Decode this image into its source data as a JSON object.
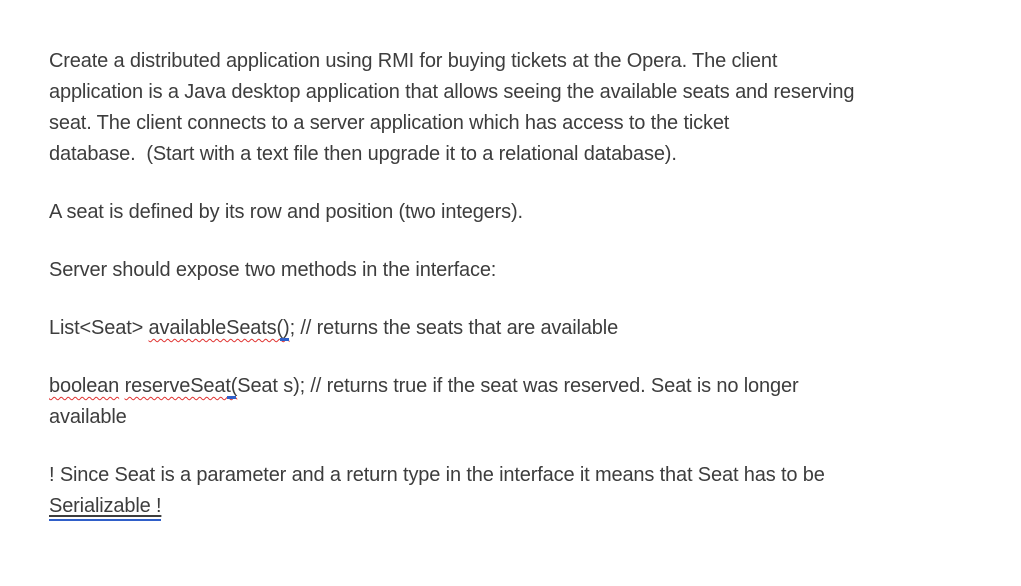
{
  "page": {
    "background_color": "#ffffff",
    "text_color": "#3d3d3d"
  },
  "colors": {
    "spellcheck_squiggle_red": "#e03230",
    "grammar_mark_blue": "#2f5fc9"
  },
  "document": {
    "intro": {
      "lines": [
        "Create a distributed application using RMI for buying tickets at the Opera. The client",
        "application is a Java desktop application that allows seeing the available seats and reserving",
        "seat. The client connects to a server application which has access to the ticket",
        "database.  (Start with a text file then upgrade it to a relational database)."
      ]
    },
    "seat_definition": "A seat is defined by its row and position (two integers).",
    "interface_heading": "Server should expose two methods in the interface:",
    "method_available": {
      "prefix": "List<Seat> ",
      "misspelled": "availableSeats()",
      "suffix": "; // returns the seats that are available"
    },
    "method_reserve": {
      "misspelled_keyword": "boolean",
      "space": " ",
      "misspelled_call": "reserveSeat(",
      "rest_line1": "Seat s); // returns true if the seat was reserved. Seat is no longer",
      "line2": "available"
    },
    "note": {
      "line1": "! Since Seat is a parameter and a return type in the interface it means that Seat has to be",
      "underlined": "Serializable !"
    }
  }
}
